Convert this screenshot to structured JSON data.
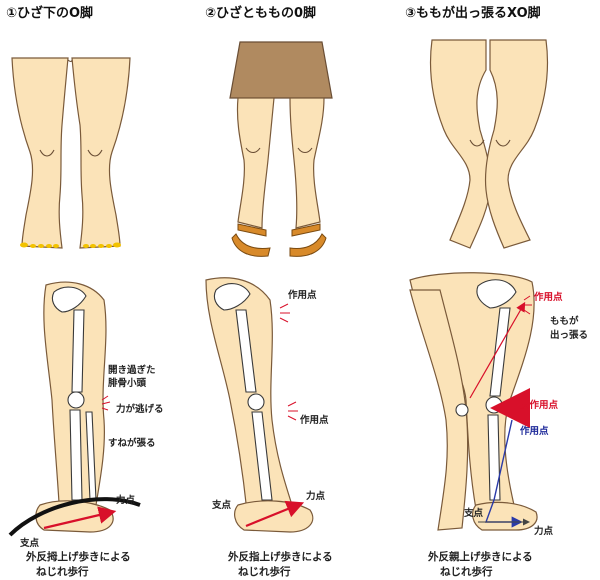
{
  "colors": {
    "skin": "#fbe3b8",
    "outline": "#7a5a3a",
    "skirt": "#b08a60",
    "sandal": "#d88a2a",
    "nail": "#f2c200",
    "arrow_red": "#d8102a",
    "arrow_blue": "#2a3aa8"
  },
  "panels": [
    {
      "title": "①ひざ下のO脚",
      "labels": {
        "tibia_head": "開き過ぎた\n腓骨小頭",
        "force_escape": "力が逃げる",
        "shin_tense": "すねが張る",
        "effort": "力点",
        "fulcrum": "支点"
      },
      "caption_line1": "外反拇上げ歩きによる",
      "caption_line2": "ねじれ歩行"
    },
    {
      "title": "②ひざとももの0脚",
      "labels": {
        "point_top": "作用点",
        "point_knee": "作用点",
        "effort": "力点",
        "fulcrum": "支点"
      },
      "caption_line1": "外反指上げ歩きによる",
      "caption_line2": "ねじれ歩行"
    },
    {
      "title": "③ももが出っ張るXO脚",
      "labels": {
        "point_top": "作用点",
        "thigh": "ももが\n出っ張る",
        "reaction": "反作用点",
        "point_blue": "作用点",
        "fulcrum": "支点",
        "effort": "力点"
      },
      "caption_line1": "外反親上げ歩きによる",
      "caption_line2": "ねじれ歩行"
    }
  ]
}
